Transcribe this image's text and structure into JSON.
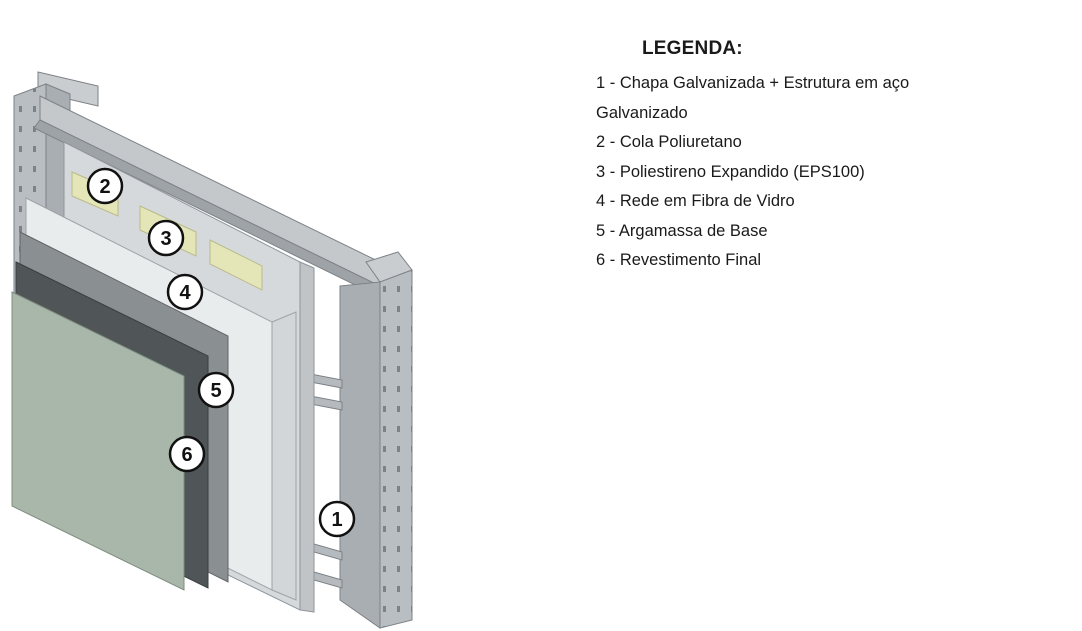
{
  "legend": {
    "title": "LEGENDA:",
    "items": [
      "1 - Chapa Galvanizada + Estrutura em aço",
      "Galvanizado",
      "2 - Cola Poliuretano",
      "3 - Poliestireno Expandido (EPS100)",
      "4 - Rede em Fibra de Vidro",
      "5 - Argamassa de Base",
      "6 - Revestimento Final"
    ]
  },
  "callouts": [
    "1",
    "2",
    "3",
    "4",
    "5",
    "6"
  ],
  "colors": {
    "steel": "#b9bec2",
    "steel_dark": "#8f959a",
    "glue": "#e4e6b8",
    "eps": "#e9eced",
    "mesh": "#8a8f91",
    "mortar": "#505558",
    "finish": "#a8b7a9"
  }
}
